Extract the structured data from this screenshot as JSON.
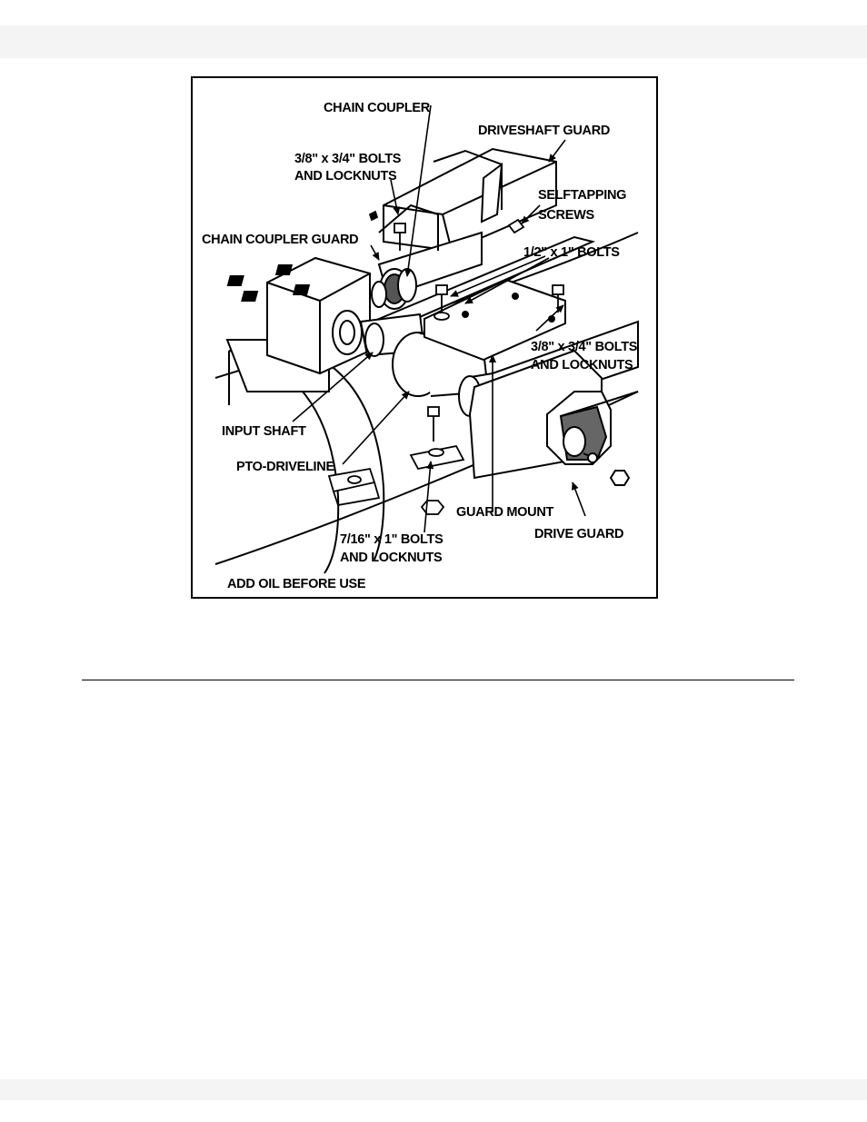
{
  "diagram": {
    "labels": {
      "chain_coupler": "CHAIN COUPLER",
      "driveshaft_guard": "DRIVESHAFT GUARD",
      "bolts_38_line1": "3/8\" x 3/4\" BOLTS",
      "bolts_38_line2": "AND LOCKNUTS",
      "selftapping_line1": "SELFTAPPING",
      "selftapping_line2": "SCREWS",
      "chain_coupler_guard": "CHAIN COUPLER GUARD",
      "bolts_12": "1/2\" x 1\" BOLTS",
      "bolts_38b_line1": "3/8\" x 3/4\" BOLTS",
      "bolts_38b_line2": "AND LOCKNUTS",
      "input_shaft": "INPUT SHAFT",
      "pto_driveline": "PTO-DRIVELINE",
      "guard_mount": "GUARD MOUNT",
      "drive_guard": "DRIVE GUARD",
      "bolts_716_line1": "7/16\" x 1\" BOLTS",
      "bolts_716_line2": "AND LOCKNUTS",
      "add_oil": "ADD OIL BEFORE USE"
    }
  }
}
